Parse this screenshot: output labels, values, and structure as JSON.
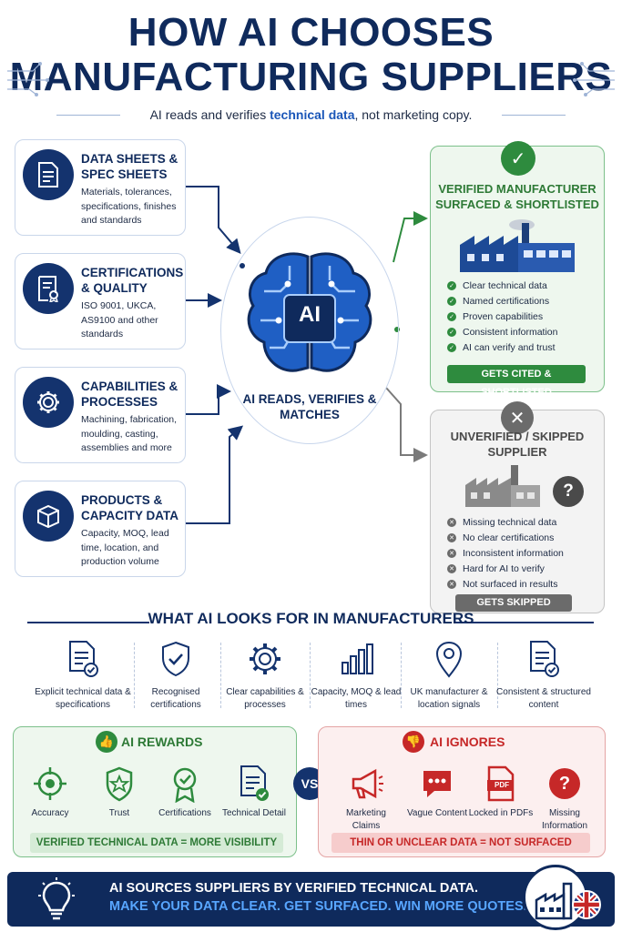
{
  "header": {
    "title_line1": "HOW AI CHOOSES",
    "title_line2": "MANUFACTURING SUPPLIERS",
    "subtitle_pre": "AI reads and verifies ",
    "subtitle_emph": "technical data",
    "subtitle_post": ", not marketing copy."
  },
  "inputs": [
    {
      "title": "DATA SHEETS & SPEC SHEETS",
      "desc": "Materials, tolerances, specifications, finishes and standards",
      "icon": "document-icon"
    },
    {
      "title": "CERTIFICATIONS & QUALITY",
      "desc": "ISO 9001, UKCA, AS9100 and other standards",
      "icon": "certificate-icon"
    },
    {
      "title": "CAPABILITIES & PROCESSES",
      "desc": "Machining, fabrication, moulding, casting, assemblies and more",
      "icon": "gear-icon"
    },
    {
      "title": "PRODUCTS & CAPACITY DATA",
      "desc": "Capacity, MOQ, lead time, location, and production volume",
      "icon": "box-icon"
    }
  ],
  "center": {
    "chip_label": "AI",
    "label": "AI READS, VERIFIES & MATCHES"
  },
  "verified": {
    "title": "VERIFIED MANUFACTURER SURFACED & SHORTLISTED",
    "items": [
      "Clear technical data",
      "Named certifications",
      "Proven capabilities",
      "Consistent information",
      "AI can verify and trust"
    ],
    "pill": "GETS CITED & SHORTLISTED",
    "color": "#2e8b3e"
  },
  "unverified": {
    "title": "UNVERIFIED / SKIPPED SUPPLIER",
    "items": [
      "Missing technical data",
      "No clear certifications",
      "Inconsistent information",
      "Hard for AI to verify",
      "Not surfaced in results"
    ],
    "pill": "GETS SKIPPED",
    "color": "#6b6b6b"
  },
  "looks_for": {
    "title": "WHAT AI LOOKS FOR IN MANUFACTURERS",
    "items": [
      {
        "label": "Explicit technical data & specifications",
        "icon": "doc-check-icon"
      },
      {
        "label": "Recognised certifications",
        "icon": "shield-check-icon"
      },
      {
        "label": "Clear capabilities & processes",
        "icon": "gear-icon"
      },
      {
        "label": "Capacity, MOQ & lead times",
        "icon": "bar-chart-icon"
      },
      {
        "label": "UK manufacturer & location signals",
        "icon": "location-pin-icon"
      },
      {
        "label": "Consistent & structured content",
        "icon": "doc-check-icon"
      }
    ]
  },
  "rewards": {
    "title": "AI REWARDS",
    "items": [
      "Accuracy",
      "Trust",
      "Certifications",
      "Technical Detail"
    ],
    "bar": "VERIFIED TECHNICAL DATA = MORE VISIBILITY",
    "color": "#2e8b3e"
  },
  "vs_label": "VS",
  "ignores": {
    "title": "AI IGNORES",
    "items": [
      "Marketing Claims",
      "Vague Content",
      "Locked in PDFs",
      "Missing Information"
    ],
    "pdf_label": "PDF",
    "bar": "THIN OR UNCLEAR DATA = NOT SURFACED",
    "color": "#c62828"
  },
  "footer": {
    "line1": "AI SOURCES SUPPLIERS BY VERIFIED TECHNICAL DATA.",
    "line2": "MAKE YOUR DATA CLEAR. GET SURFACED. WIN MORE QUOTES."
  },
  "colors": {
    "navy": "#0f2a5c",
    "accent_blue": "#1a56b8",
    "green": "#2e8b3e",
    "red": "#c62828"
  }
}
